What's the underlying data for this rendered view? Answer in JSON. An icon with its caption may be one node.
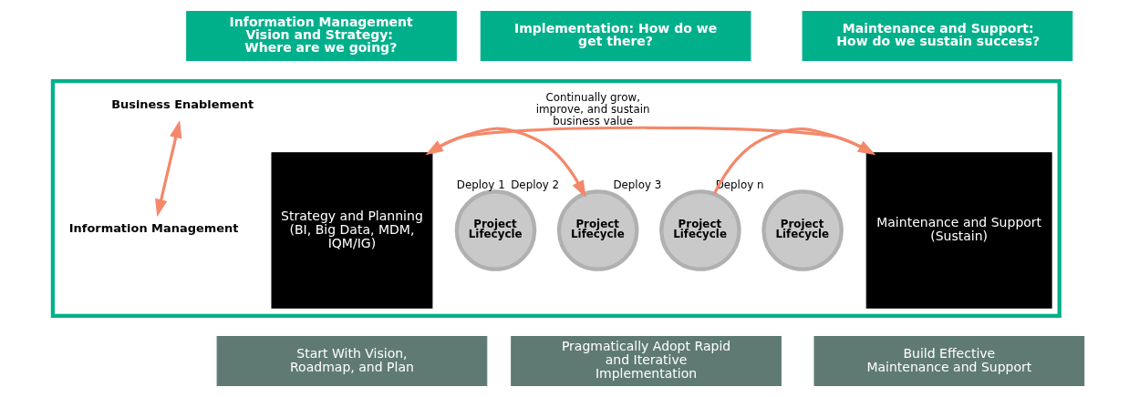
{
  "diagram": {
    "nodes": [
      {
        "text": [
          "Information Management Vision and Strategy:  Where are we going?"
        ]
      },
      {
        "text": [
          "Implementation: How do we get there?"
        ]
      },
      {
        "text": [
          "Maintenance and Support: How do we sustain success?"
        ]
      },
      {
        "text": [],
        "shape": "box"
      },
      {
        "text": [
          "Business Enablement"
        ],
        "in": 3
      },
      {
        "text": [
          "Information Management"
        ],
        "in": 3
      },
      {
        "text": [
          "Strategy and Planning",
          "(BI, Big Data, MDM, IQM/IG)"
        ],
        "in": 3
      },
      {
        "text": [
          "Project Lifecycle"
        ],
        "in": 3,
        "beside": [
          "Deploy 1"
        ]
      },
      {
        "text": [
          "Project Lifecycle"
        ],
        "in": 3,
        "beside": [
          "Deploy 2"
        ]
      },
      {
        "text": [
          "Project Lifecycle"
        ],
        "in": 3,
        "beside": [
          "Deploy 3"
        ]
      },
      {
        "text": [
          "Project Lifecycle"
        ],
        "in": 3,
        "beside": [
          "Deploy n"
        ]
      },
      {
        "text": [
          "Maintenance and Support",
          "(Sustain)"
        ],
        "in": 3
      },
      {
        "text": [
          "Start With Vision, Roadmap, and Plan"
        ]
      },
      {
        "text": [
          "Pragmatically Adopt Rapid and Iterative Implementation"
        ]
      },
      {
        "text": [
          "Build Effective Maintenance and Support"
        ]
      }
    ],
    "edges": [
      {
        "from": 4,
        "to": 5,
        "arrow": "both"
      },
      {
        "from": 6,
        "to": 8,
        "arrow": "to"
      },
      {
        "from": 9,
        "to": 11,
        "arrow": "to"
      },
      {
        "from": 11,
        "to": 6,
        "arrow": "to",
        "label": "Continually grow, improve, and sustain business value"
      }
    ]
  }
}
